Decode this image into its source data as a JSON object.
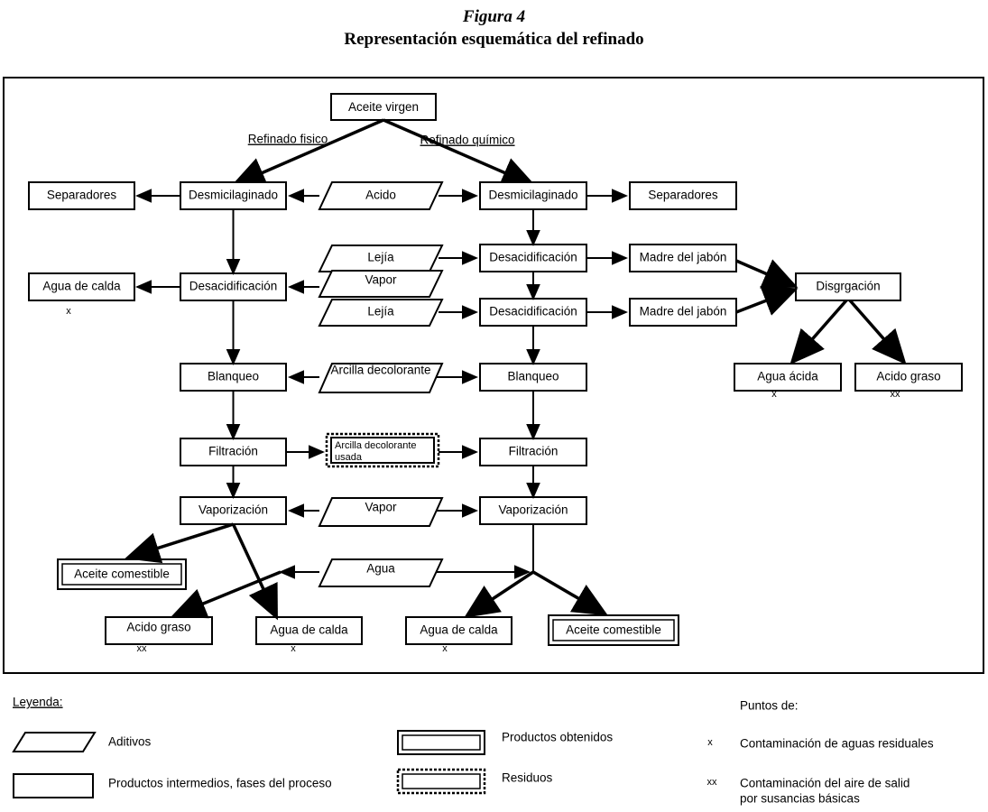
{
  "title": {
    "figure": "Figura 4",
    "subtitle": "Representación esquemática del refinado"
  },
  "branch_labels": {
    "left": "Refinado fisico",
    "right": "Refinado químico"
  },
  "nodes": {
    "source": "Aceite virgen",
    "left_col": [
      "Desmicilaginado",
      "Desacidificación",
      "Blanqueo",
      "Filtración",
      "Vaporización"
    ],
    "left_outputs": [
      "Separadores",
      "Agua de calda"
    ],
    "right_col": [
      "Desmicilaginado",
      "Desacidificación",
      "Desacidificación",
      "Blanqueo",
      "Filtración",
      "Vaporización"
    ],
    "right_outputs": [
      "Separadores",
      "Madre del jabón",
      "Madre del jabón"
    ],
    "disgregation": "Disgrgación",
    "disgregation_outputs": [
      "Agua ácida",
      "Acido graso"
    ],
    "additives": [
      "Acido",
      "Lejía",
      "Vapor",
      "Lejía",
      "Arcilla decolorante",
      "Vapor",
      "Agua"
    ],
    "residue": "Arcilla decolorante usada",
    "bottom_outputs": [
      "Aceite comestible",
      "Acido graso",
      "Agua de calda",
      "Agua de calda",
      "Aceite comestible"
    ]
  },
  "pollution_marks": {
    "water": "x",
    "air": "xx"
  },
  "legend": {
    "heading": "Leyenda:",
    "items": [
      {
        "shape": "parallelogram",
        "label": "Aditivos"
      },
      {
        "shape": "rectangle",
        "label": "Productos intermedios, fases del proceso"
      },
      {
        "shape": "double-rectangle",
        "label": "Productos obtenidos"
      },
      {
        "shape": "dotted-rectangle",
        "label": "Residuos"
      }
    ],
    "points_heading": "Puntos de:",
    "points": [
      {
        "mark": "x",
        "label": "Contaminación de aguas residuales",
        "label2": ""
      },
      {
        "mark": "xx",
        "label": "Contaminación del aire de salid",
        "label2": "por susancias básicas"
      }
    ]
  },
  "colors": {
    "stroke": "#000000",
    "background": "#ffffff"
  }
}
